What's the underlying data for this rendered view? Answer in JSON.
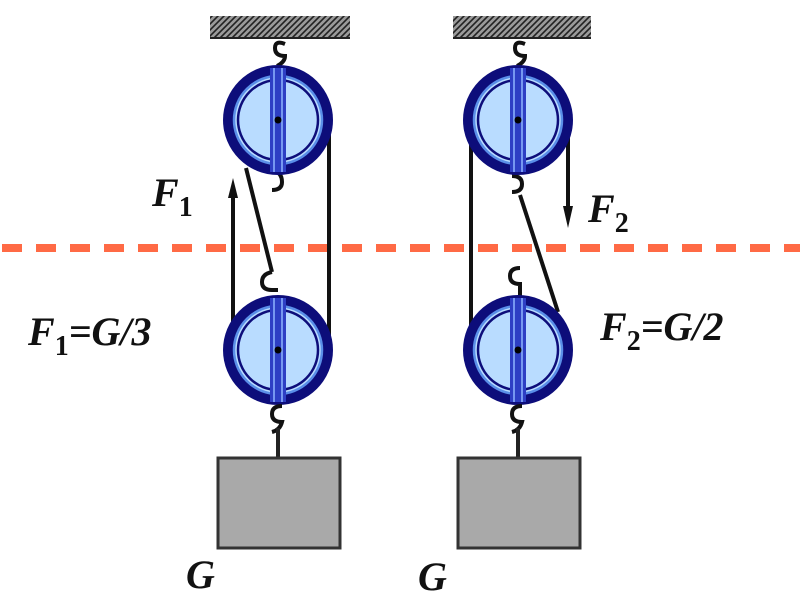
{
  "diagram": {
    "title": "Pulley systems comparison",
    "colors": {
      "pulley_outer": "#0d0d7a",
      "pulley_inner": "#b9dcff",
      "pulley_ring": "#5a8ee8",
      "rope": "#111111",
      "weight_fill": "#a9a9a9",
      "weight_stroke": "#333333",
      "reference_line": "#ff6a45",
      "ceiling": "#555555"
    },
    "left_system": {
      "force_label": {
        "main": "F",
        "sub": "1"
      },
      "equation": {
        "lhs_main": "F",
        "lhs_sub": "1",
        "rhs": "=G/3"
      },
      "force_direction": "up",
      "weight_label": "G",
      "supporting_strands": 3
    },
    "right_system": {
      "force_label": {
        "main": "F",
        "sub": "2"
      },
      "equation": {
        "lhs_main": "F",
        "lhs_sub": "2",
        "rhs": "=G/2"
      },
      "force_direction": "down",
      "weight_label": "G",
      "supporting_strands": 2
    }
  }
}
